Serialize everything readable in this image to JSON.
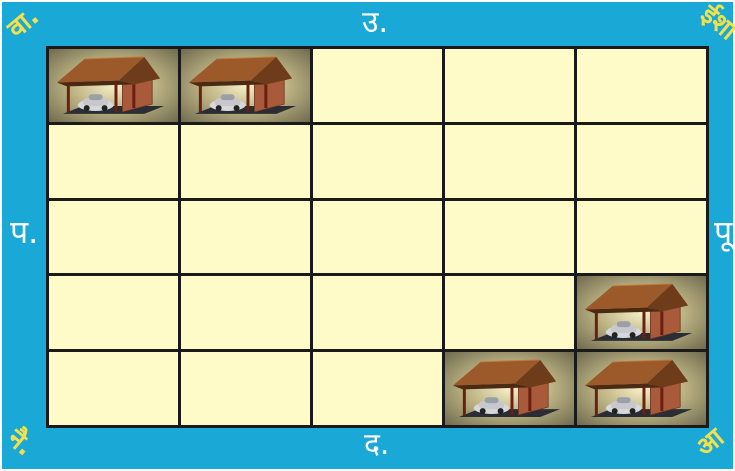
{
  "directions": {
    "north": "उ.",
    "south": "द.",
    "west": "प.",
    "east": "पू"
  },
  "corners": {
    "northwest": "वा.",
    "northeast": "ईशा",
    "southwest": "नै.",
    "southeast": "आ"
  },
  "grid": {
    "rows": 5,
    "cols": 5,
    "cells": [
      [
        "house",
        "house",
        "empty",
        "empty",
        "empty"
      ],
      [
        "empty",
        "empty",
        "empty",
        "empty",
        "empty"
      ],
      [
        "empty",
        "empty",
        "empty",
        "empty",
        "empty"
      ],
      [
        "empty",
        "empty",
        "empty",
        "empty",
        "house"
      ],
      [
        "empty",
        "empty",
        "empty",
        "house",
        "house"
      ]
    ]
  },
  "colors": {
    "border": "#1aa8d6",
    "cell": "#fffbc8",
    "grid_line": "#1a1a1a",
    "direction_text": "#ffffff",
    "corner_text": "#f4e04a"
  }
}
